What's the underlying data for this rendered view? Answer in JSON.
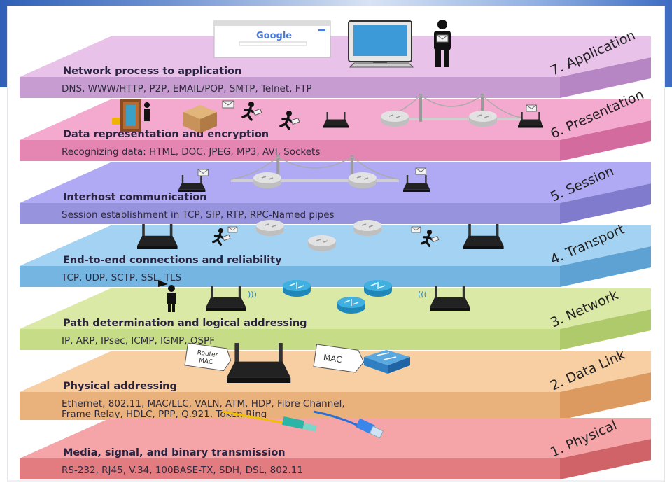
{
  "layers": [
    {
      "number": "7",
      "name": "Application",
      "label": "7. Application",
      "description": "Network process to application",
      "protocols": [
        "DNS, WWW/HTTP, P2P, EMAIL/POP, SMTP, Telnet, FTP"
      ],
      "color": "#e9c2ea",
      "band_color": "#c79cd0",
      "side_color": "#b585c4"
    },
    {
      "number": "6",
      "name": "Presentation",
      "label": "6. Presentation",
      "description": "Data representation and encryption",
      "protocols": [
        "Recognizing data: HTML, DOC, JPEG, MP3, AVI, Sockets"
      ],
      "color": "#f4a9cf",
      "band_color": "#e585b2",
      "side_color": "#d36b9e"
    },
    {
      "number": "5",
      "name": "Session",
      "label": "5. Session",
      "description": "Interhost communication",
      "protocols": [
        "Session establishment in TCP, SIP, RTP, RPC-Named pipes"
      ],
      "color": "#afaaf3",
      "band_color": "#9893dd",
      "side_color": "#807bcc"
    },
    {
      "number": "4",
      "name": "Transport",
      "label": "4. Transport",
      "description": "End-to-end connections and reliability",
      "protocols": [
        "TCP, UDP, SCTP, SSL, TLS"
      ],
      "color": "#a3d2f3",
      "band_color": "#74b5e2",
      "side_color": "#5ea2d4"
    },
    {
      "number": "3",
      "name": "Network",
      "label": "3. Network",
      "description": "Path determination and logical addressing",
      "protocols": [
        "IP, ARP, IPsec, ICMP, IGMP, OSPF"
      ],
      "color": "#dbe9a7",
      "band_color": "#c6dc87",
      "side_color": "#afca6a"
    },
    {
      "number": "2",
      "name": "Data Link",
      "label": "2. Data Link",
      "description": "Physical addressing",
      "protocols": [
        "Ethernet, 802.11, MAC/LLC, VALN, ATM, HDP, Fibre Channel,",
        "Frame Relay, HDLC,  PPP, Q.921, Token Ring"
      ],
      "color": "#f7cfa2",
      "band_color": "#e9b27c",
      "side_color": "#dc9a60"
    },
    {
      "number": "1",
      "name": "Physical",
      "label": "1. Physical",
      "description": "Media, signal, and binary transmission",
      "protocols": [
        "RS-232, RJ45, V.34, 100BASE-TX, SDH, DSL, 802.11"
      ],
      "color": "#f5a4a7",
      "band_color": "#e27c80",
      "side_color": "#cf6368"
    }
  ],
  "tags": {
    "router_mac": "Router\nMAC",
    "mac": "MAC"
  },
  "browser": {
    "search_brand": "Google"
  }
}
